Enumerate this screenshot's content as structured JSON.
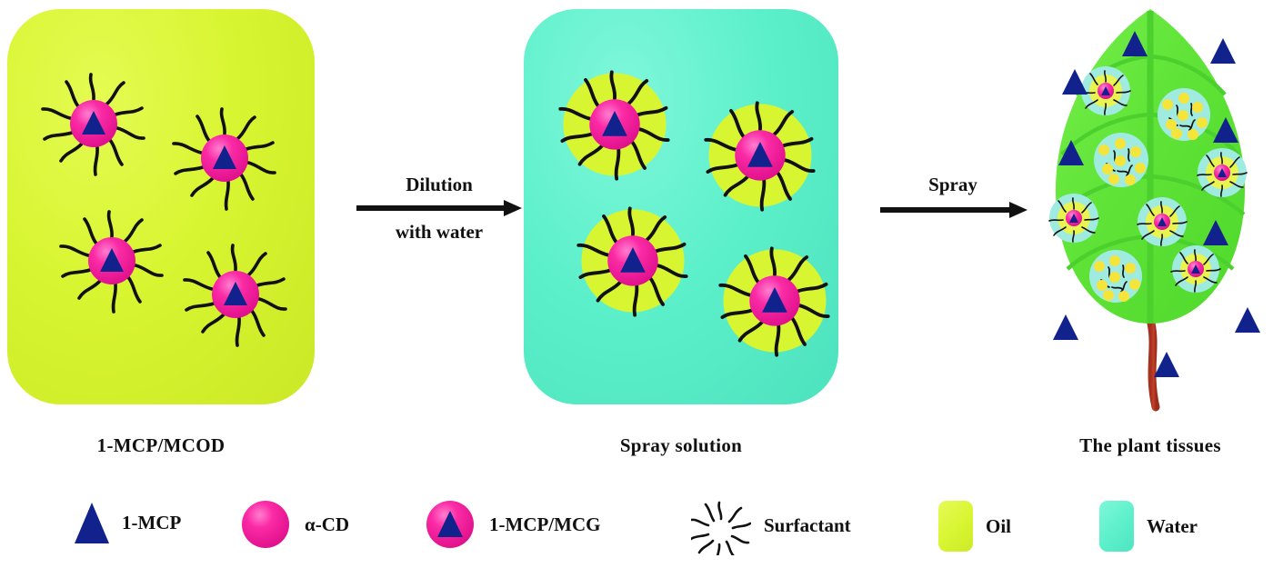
{
  "figure": {
    "title": "1-MCP/MCOD dilution and spray schematic",
    "background": "#ffffff"
  },
  "panels": [
    {
      "id": "oil-concentrate",
      "caption": "1-MCP/MCOD",
      "medium": "oil",
      "fill": "#d8f531",
      "particle_count": 4,
      "particle": "1-MCP/MCG surfactant-coated sphere"
    },
    {
      "id": "spray-solution",
      "caption": "Spray solution",
      "medium": "water",
      "fill": "#5cf0ca",
      "particle_count": 4,
      "particle": "1-MCP/MCG sphere inside oil droplet"
    },
    {
      "id": "plant-tissues",
      "caption": "The plant tissues",
      "medium": "leaf",
      "fill": "#5fe336",
      "droplet_count": 9,
      "free_triangle_count": 10
    }
  ],
  "arrows": [
    {
      "id": "dilution",
      "line1": "Dilution",
      "line2": "with water"
    },
    {
      "id": "spray",
      "line1": "Spray",
      "line2": ""
    }
  ],
  "legend": {
    "items": [
      {
        "key": "1-mcp",
        "label": "1-MCP",
        "icon": "navy-triangle",
        "color": "#11228c"
      },
      {
        "key": "alpha-cd",
        "label": "α-CD",
        "icon": "magenta-sphere",
        "color": "#f5189b"
      },
      {
        "key": "1-mcp-mcg",
        "label": "1-MCP/MCG",
        "icon": "magenta-sphere-triangle",
        "color": "#f5189b"
      },
      {
        "key": "surfactant",
        "label": "Surfactant",
        "icon": "wavy-tail-burst",
        "color": "#111111"
      },
      {
        "key": "oil",
        "label": "Oil",
        "icon": "rounded-swatch",
        "color": "#d8f531"
      },
      {
        "key": "water",
        "label": "Water",
        "icon": "rounded-swatch",
        "color": "#5cf0ca"
      }
    ]
  },
  "colors": {
    "oil": "#d8f531",
    "water": "#5cf0ca",
    "sphere_magenta": "#f5189b",
    "triangle_navy": "#11228c",
    "leaf_green": "#5fe336",
    "leaf_vein": "#46c92a",
    "stem_red": "#c0392b",
    "droplet_cyan": "#9febe0",
    "surfactant_yellow": "#f5e53a",
    "ink": "#111111"
  }
}
